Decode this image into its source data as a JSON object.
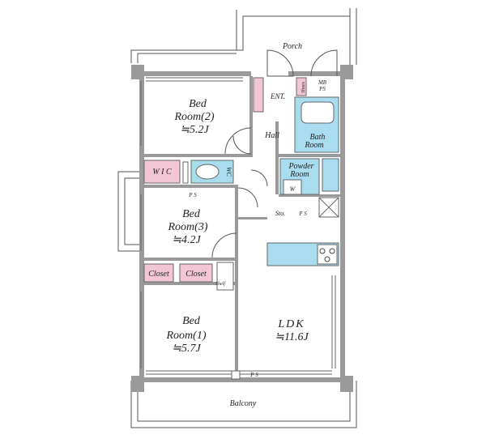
{
  "rooms": {
    "bed2": {
      "line1": "Bed",
      "line2": "Room(2)",
      "area": "≒5.2J"
    },
    "bed3": {
      "line1": "Bed",
      "line2": "Room(3)",
      "area": "≒4.2J"
    },
    "bed1": {
      "line1": "Bed",
      "line2": "Room(1)",
      "area": "≒5.7J"
    },
    "ldk": {
      "line1": "LDK",
      "area": "≒11.6J"
    },
    "bath": {
      "line1": "Bath",
      "line2": "Room"
    },
    "powder": {
      "line1": "Powder",
      "line2": "Room"
    }
  },
  "labels": {
    "porch": "Porch",
    "ent": "ENT.",
    "hall": "Hall",
    "shoes": "Shoes",
    "mbps": "MB",
    "mbps2": "PS",
    "wic": "W I C",
    "wc": "WC",
    "ps_left": "P S",
    "ps_right": "P S",
    "ps_bottom": "P S",
    "sto": "Sto.",
    "w": "W",
    "closet1": "Closet",
    "closet2": "Closet",
    "shelf": "Shelf",
    "balcony": "Balcony"
  },
  "colors": {
    "storage": "#f3c6d6",
    "wet_area": "#a9dcef",
    "wall": "#9a9a9a"
  }
}
